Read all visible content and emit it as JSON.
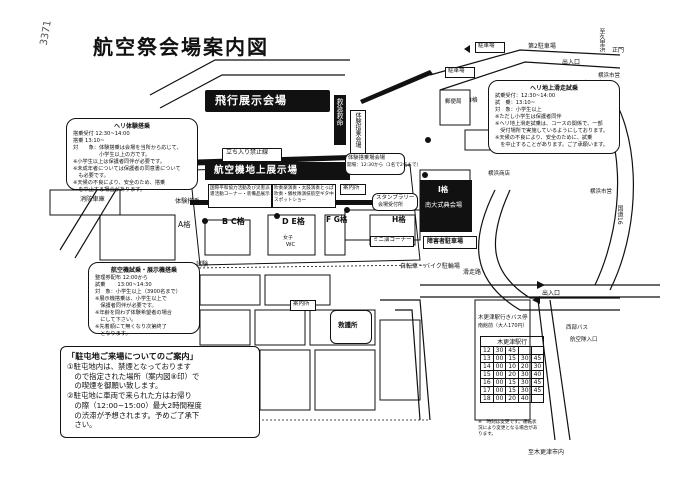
{
  "map": {
    "title": "航空祭会場案内図",
    "page_corner_mark": "3371",
    "flight_area": "飛行展示会場",
    "ground_area": "航空機地上展示場",
    "no_entry": "立ち入り禁止線",
    "buildings": {
      "a": "A格",
      "bc": "B C格",
      "de": "D E格",
      "fg": "F G格",
      "h": "H格",
      "i": "I格",
      "ceremony": "南大式典会場",
      "mini_concert": "ミニ演コーナー",
      "accessible_parking": "障害者駐車場",
      "stamp_rally": "スタンプラリー",
      "stamp_rally_2": "会場受付所",
      "info_center": "案内所",
      "info_center_2": "案内所",
      "first_aid": "救護所",
      "wc": "WC",
      "girls": "女子"
    },
    "left_labels": {
      "fire_station": "消防車庫",
      "experience_area": "体験搭乗",
      "entrance_label": "試験"
    },
    "center_labels": {
      "exhibition_1": "国際平和協力活動及び災害派遣活動コーナー・装備品展示",
      "exhibition_2": "吹奏楽演奏・太鼓演奏とっぱ吹奏・儀杖隊演技航空ギタ中スポットショー",
      "tower_1": "救急救命",
      "tower_2": "体験搭乗会場",
      "band_box_title": "体験搭乗場会場",
      "band_box_time": "開場：12:30から（1名で2名まで）"
    },
    "right_labels": {
      "road_to_station": "至久里浜",
      "parking_p": "駐車場",
      "parking_p2": "駐車場",
      "south_gate": "第2駐車場",
      "exit_gate": "出入口",
      "exit_gate_2": "出入口",
      "gate_label": "正門",
      "route_16": "国道16",
      "bus_stop": "横浜市営",
      "bus_stop_2": "横浜市営",
      "bike_parking": "自転車・バイク駐輪場",
      "stop_a": "西部バス",
      "stop_b": "航空隊入口",
      "to_destination": "至木更津市内",
      "nearby": "横浜商店",
      "l_building": "I格",
      "line_labels": "郵便局"
    },
    "heli_callout": {
      "title": "ヘリ体験搭乗",
      "lines": [
        "搭乗受付 12:30~14:00",
        "搭乗 13:10~",
        "対　　象：体験搭乗は会場を当所から応じて、",
        "　　　　　小学生以上の方です。",
        "※小学生以上は保護者同伴が必要です。",
        "※未成年者については保護者の同意書について",
        "　も必要です。",
        "※天候の不良により、安全のため、搭乗",
        "　を中止する場合があります。"
      ]
    },
    "ride_callout": {
      "title": "ヘリ地上滑走試乗",
      "lines": [
        "試乗受付：12:30~14:00",
        "試　乗：13:10~",
        "対　象：小学生以上",
        "※ただし小学生は保護者同伴",
        "※ヘリ地上滑走試乗は、コースの関係で、一部",
        "　受付場所で実施しているようにしております。",
        "※天候の不良により、安全のために、試乗",
        "　を中止することがあります。ご了承願います。"
      ]
    },
    "sim_callout": {
      "title": "航空機試乗・展示機搭乗",
      "lines": [
        "整理券配布 12:00から",
        "試乗　　 13:00~14:30",
        "対　象：小学生以上（3900名まで）",
        "※展示機搭乗は、小学生以上で",
        "　保護者同伴が必要です。",
        "※年齢を問わず体験希望者の場合",
        "　にして下さい。",
        "※先着順にて無くなり次第終了",
        "　となります。"
      ]
    },
    "notice": {
      "heading": "「駐屯地ご来場についてのご案内」",
      "lines": [
        "①駐屯地内は、禁煙となっております",
        "　ので指定された場所（案内図⑧印）で",
        "　の喫煙を御願い致します。",
        "②駐屯地に車両で来られた方はお帰り",
        "　の際（12:00~15:00）最大2時間程度",
        "　の渋滞が予想されます。予めご了承下",
        "　さい。"
      ]
    },
    "bus": {
      "title": "木更津駅行きバス停",
      "subtitle": "南館前（大人170円）",
      "header": "木更津駅行",
      "rows": [
        [
          "12",
          "30",
          "45",
          "",
          ""
        ],
        [
          "13",
          "00",
          "15",
          "30",
          "45"
        ],
        [
          "14",
          "00",
          "10",
          "20",
          "30"
        ],
        [
          "15",
          "00",
          "20",
          "30",
          "40"
        ],
        [
          "16",
          "00",
          "15",
          "30",
          "45"
        ],
        [
          "17",
          "00",
          "15",
          "30",
          "45"
        ],
        [
          "18",
          "00",
          "20",
          "40",
          ""
        ]
      ],
      "note": "※　時刻は変更です。運転状況により変更となる場合があります。"
    },
    "signs": {
      "helipad": "滑走路",
      "entrance": "入口"
    },
    "icon_colors": {
      "ink": "#111111",
      "paper": "#ffffff",
      "fill": "#d9d9d9"
    }
  }
}
